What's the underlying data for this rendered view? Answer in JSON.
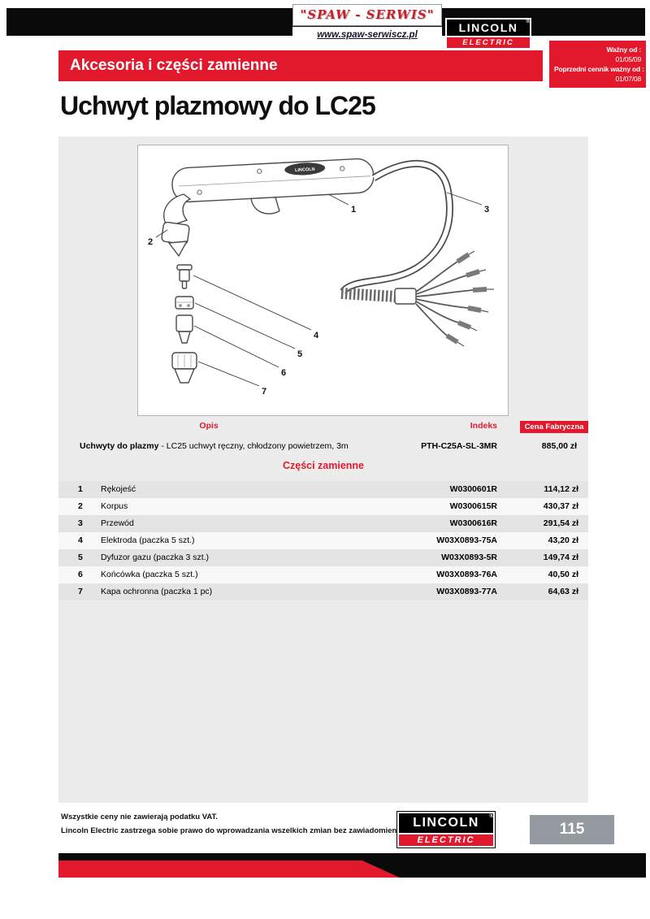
{
  "header": {
    "site_name": "\"SPAW - SERWIS\"",
    "site_url": "www.spaw-serwiscz.pl",
    "banner_title": "Akcesoria i części zamienne",
    "validity": {
      "label1": "Ważny od :",
      "date1": "01/05/09",
      "label2": "Poprzedni cennik ważny od :",
      "date2": "01/07/08"
    }
  },
  "brand": {
    "name": "LINCOLN",
    "sub": "ELECTRIC",
    "reg": "®"
  },
  "page_title": "Uchwyt plazmowy do LC25",
  "diagram": {
    "callouts": [
      "1",
      "2",
      "3",
      "4",
      "5",
      "6",
      "7"
    ]
  },
  "catalog": {
    "headers": {
      "opis": "Opis",
      "indeks": "Indeks",
      "cena": "Cena Fabryczna"
    },
    "main_item": {
      "name_bold": "Uchwyty do plazmy",
      "name_rest": " - LC25 uchwyt ręczny, chłodzony powietrzem, 3m",
      "indeks": "PTH-C25A-SL-3MR",
      "cena": "885,00 zł"
    },
    "section_title": "Części zamienne",
    "rows": [
      {
        "num": "1",
        "opis": "Rękojeść",
        "indeks": "W0300601R",
        "cena": "114,12 zł"
      },
      {
        "num": "2",
        "opis": "Korpus",
        "indeks": "W0300615R",
        "cena": "430,37 zł"
      },
      {
        "num": "3",
        "opis": "Przewód",
        "indeks": "W0300616R",
        "cena": "291,54 zł"
      },
      {
        "num": "4",
        "opis": "Elektroda (paczka 5 szt.)",
        "indeks": "W03X0893-75A",
        "cena": "43,20 zł"
      },
      {
        "num": "5",
        "opis": "Dyfuzor gazu (paczka 3 szt.)",
        "indeks": "W03X0893-5R",
        "cena": "149,74 zł"
      },
      {
        "num": "6",
        "opis": "Końcówka (paczka 5 szt.)",
        "indeks": "W03X0893-76A",
        "cena": "40,50 zł"
      },
      {
        "num": "7",
        "opis": "Kapa ochronna (paczka 1 pc)",
        "indeks": "W03X0893-77A",
        "cena": "64,63 zł"
      }
    ]
  },
  "footer": {
    "note1": "Wszystkie ceny nie zawierają podatku VAT.",
    "note2": "Lincoln Electric zastrzega sobie prawo do wprowadzania wszelkich zmian bez zawiadomienia.",
    "page_number": "115"
  },
  "colors": {
    "red": "#e2192c",
    "panel_gray": "#ececec",
    "page_number_bg": "#949aa0"
  }
}
